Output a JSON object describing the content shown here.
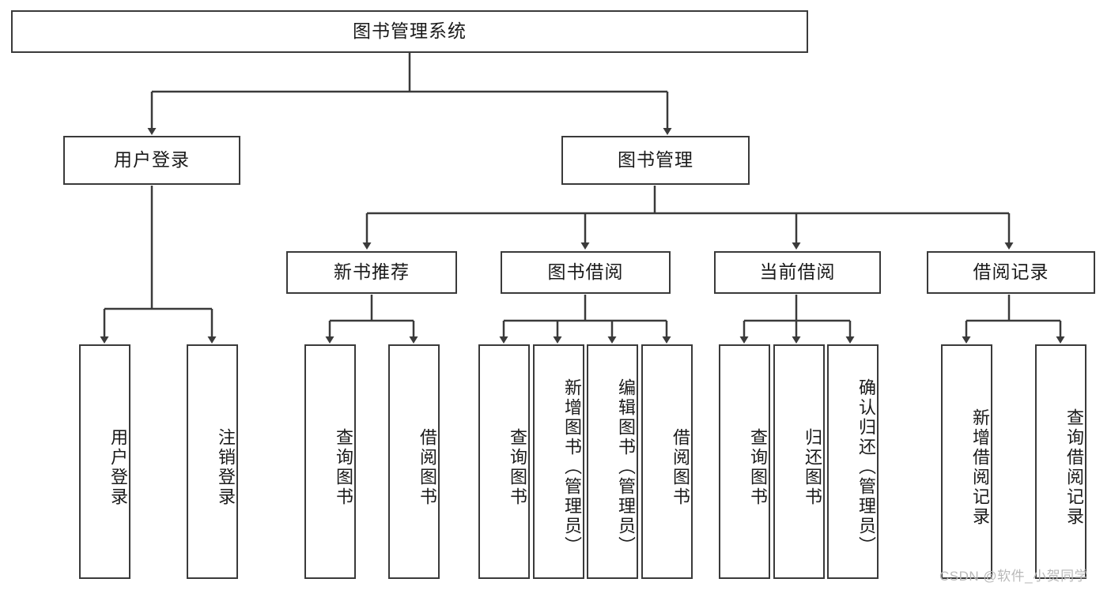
{
  "diagram": {
    "type": "hierarchy-tree",
    "title": "图书管理系统",
    "watermark": "CSDN @软件_小贺同学",
    "colors": {
      "stroke": "#3a3a3a",
      "fill": "#ffffff",
      "text": "#1a1a1a",
      "watermark": "#b9b9b9"
    },
    "levels": {
      "root": {
        "label": "图书管理系统"
      },
      "level2": [
        {
          "id": "user-login",
          "label": "用户登录"
        },
        {
          "id": "book-manage",
          "label": "图书管理"
        }
      ],
      "level3": [
        {
          "id": "new-book-rec",
          "label": "新书推荐"
        },
        {
          "id": "book-borrow",
          "label": "图书借阅"
        },
        {
          "id": "current-borrow",
          "label": "当前借阅"
        },
        {
          "id": "borrow-record",
          "label": "借阅记录"
        }
      ],
      "leaves": [
        {
          "id": "leaf-user-login",
          "label": "用户登录",
          "parent": "user-login"
        },
        {
          "id": "leaf-logout",
          "label": "注销登录",
          "parent": "user-login"
        },
        {
          "id": "leaf-query-book-1",
          "label": "查询图书",
          "parent": "new-book-rec"
        },
        {
          "id": "leaf-borrow-book-1",
          "label": "借阅图书",
          "parent": "new-book-rec"
        },
        {
          "id": "leaf-query-book-2",
          "label": "查询图书",
          "parent": "book-borrow"
        },
        {
          "id": "leaf-add-book",
          "label": "新增图书（管理员）",
          "parent": "book-borrow"
        },
        {
          "id": "leaf-edit-book",
          "label": "编辑图书（管理员）",
          "parent": "book-borrow"
        },
        {
          "id": "leaf-borrow-book-2",
          "label": "借阅图书",
          "parent": "book-borrow"
        },
        {
          "id": "leaf-query-book-3",
          "label": "查询图书",
          "parent": "current-borrow"
        },
        {
          "id": "leaf-return-book",
          "label": "归还图书",
          "parent": "current-borrow"
        },
        {
          "id": "leaf-confirm-return",
          "label": "确认归还（管理员）",
          "parent": "current-borrow"
        },
        {
          "id": "leaf-add-record",
          "label": "新增借阅记录",
          "parent": "borrow-record"
        },
        {
          "id": "leaf-query-record",
          "label": "查询借阅记录",
          "parent": "borrow-record"
        }
      ]
    }
  }
}
